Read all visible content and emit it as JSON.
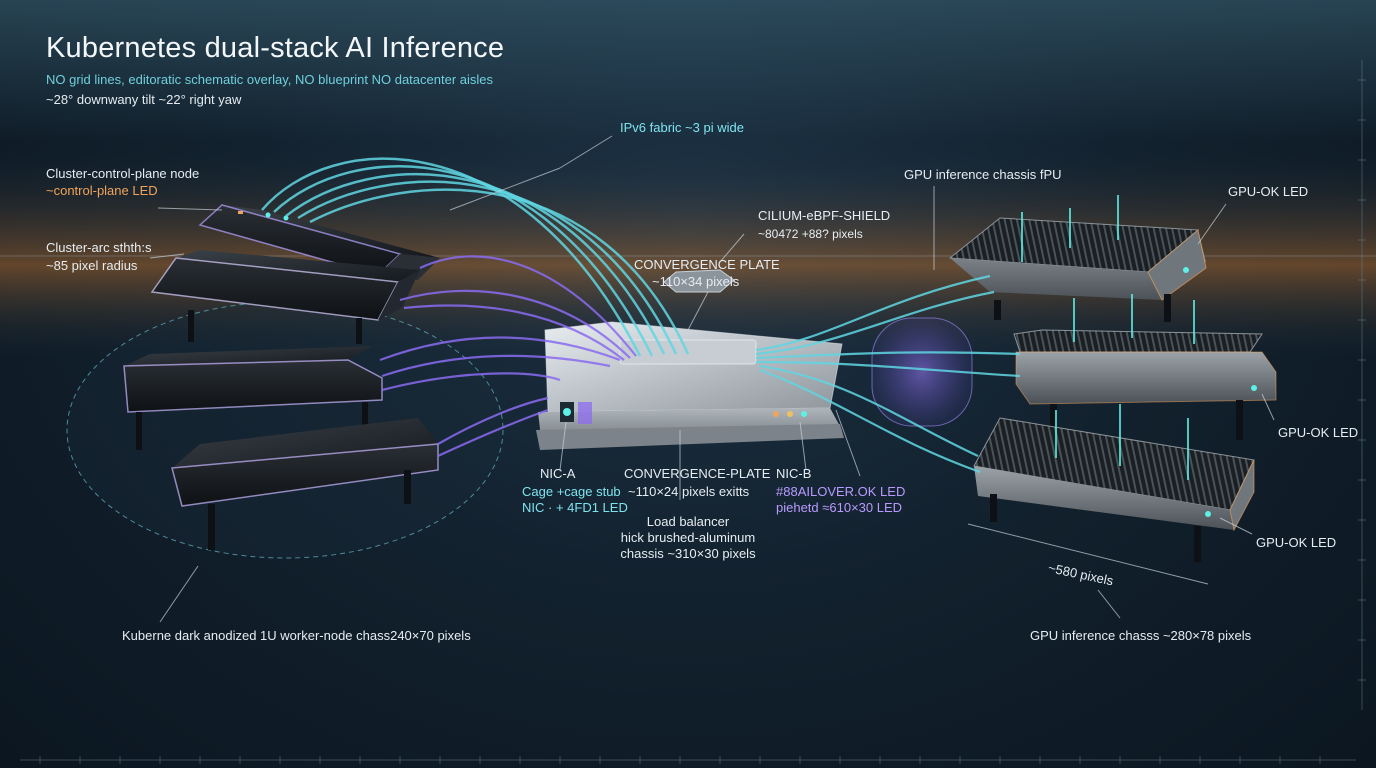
{
  "header": {
    "title": "Kubernetes dual-stack AI Inference",
    "subtitle": "NO grid lines, editoratic schematic overlay, NO blueprint NO datacenter aisles",
    "camera": "~28° downwany tilt ~22° right yaw"
  },
  "labels": {
    "ipv6_fabric": "IPv6 fabric ~3 pi wide",
    "control_plane_node": "Cluster-control-plane node",
    "control_plane_led": "~control-plane LED",
    "cluster_arc": "Cluster-arc sthth:s",
    "cluster_arc_radius": "~85 pixel radius",
    "cilium_shield": "CILIUM-eBPF-SHIELD",
    "cilium_pixels": "~80472 +88? pixels",
    "convergence_plate_top": "CONVERGENCE PLATE",
    "convergence_plate_top_size": "~110×34 pixels",
    "gpu_chassis_top": "GPU inference chassis fPU",
    "gpu_ok_led_1": "GPU-OK LED",
    "gpu_ok_led_2": "GPU-OK LED",
    "gpu_ok_led_3": "GPU-OK LED",
    "nic_a": "NIC-A",
    "nic_a_line2": "Cage +cage stub",
    "nic_a_line3": "NIC · + 4FD1 LED",
    "convergence_plate_bottom": "CONVERGENCE-PLATE",
    "convergence_plate_bottom_size": "~110×24 pixels exitts",
    "nic_b": "NIC-B",
    "nic_b_line2": "#88AILOVER.OK LED",
    "nic_b_line3": "piehetd ≈610×30 LED",
    "load_balancer_1": "Load balancer",
    "load_balancer_2": "hick brushed-aluminum",
    "load_balancer_3": "chassis ~310×30 pixels",
    "width_dim": "~580 pixels",
    "worker_node_caption": "Kuberne dark anodized 1U worker-node chass240×70 pixels",
    "gpu_caption": "GPU inference chasss ~280×78 pixels"
  },
  "colors": {
    "cyan_cable": "#5fd6e2",
    "violet_cable": "#8a6bf0",
    "control_led": "#f0a45a",
    "gpu_ok_led": "#5df0e6",
    "amber_glow": "#c77a34"
  }
}
